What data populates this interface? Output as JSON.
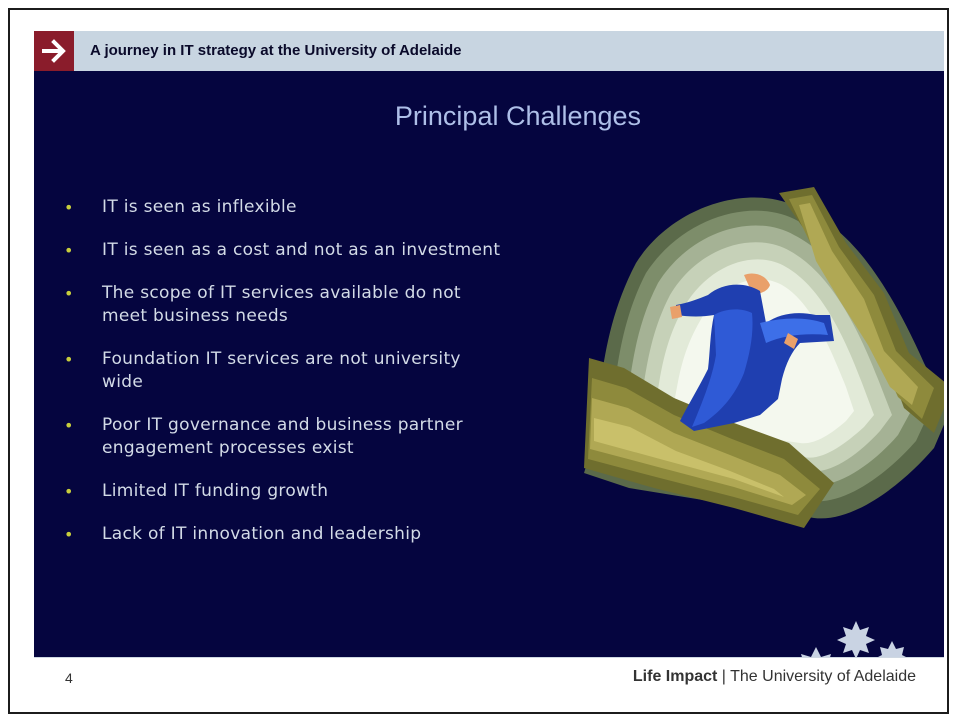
{
  "header": {
    "title": "A journey in IT strategy at the University of Adelaide",
    "icon": "arrow-right-icon"
  },
  "slide": {
    "title": "Principal Challenges",
    "bullets": [
      "IT is seen as inflexible",
      "IT is seen as a cost and not as an investment",
      "The scope of IT services available do not meet business needs",
      "Foundation IT services are not university wide",
      "Poor IT governance and business partner engagement processes exist",
      "Limited IT funding growth",
      "Lack of IT innovation and leadership"
    ],
    "bullet_glyph": "•"
  },
  "footer": {
    "page_number": "4",
    "brand_bold": "Life Impact",
    "separator": " | ",
    "brand_rest": "The University of Adelaide"
  },
  "colors": {
    "header_bar": "#c8d5e1",
    "badge": "#8a1c2b",
    "main_bg": "#05053f",
    "title": "#aebfe8",
    "bullet": "#c8ce3c",
    "text": "#d3dbe7"
  }
}
